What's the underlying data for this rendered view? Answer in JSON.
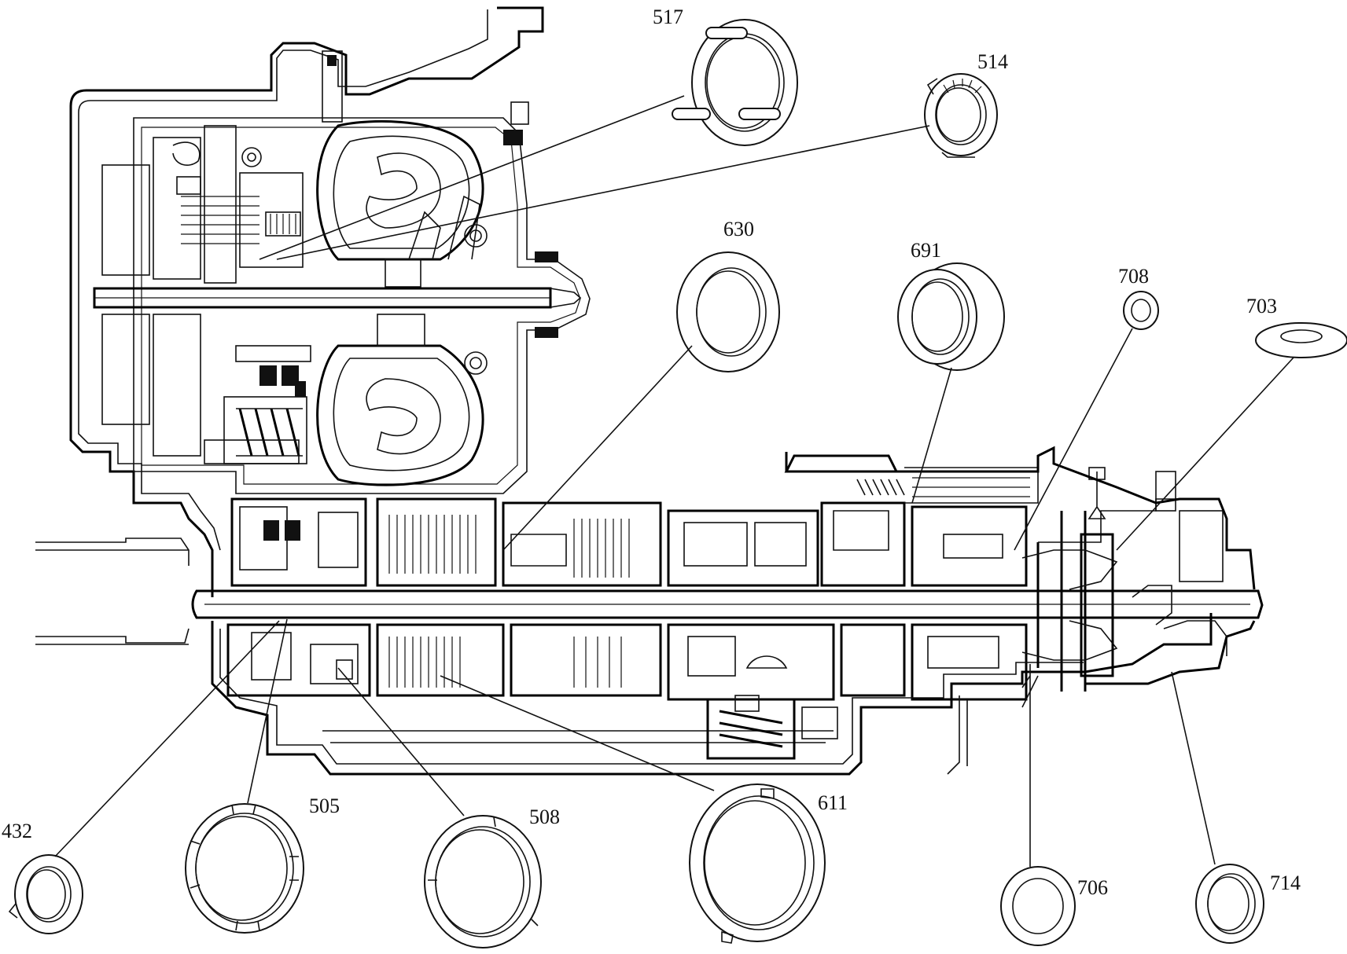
{
  "diagram": {
    "callouts": [
      {
        "id": "517",
        "label": "517",
        "part": "thrust-bearing"
      },
      {
        "id": "514",
        "label": "514",
        "part": "thrust-washer"
      },
      {
        "id": "630",
        "label": "630",
        "part": "thrust-washer"
      },
      {
        "id": "691",
        "label": "691",
        "part": "bushing"
      },
      {
        "id": "708",
        "label": "708",
        "part": "washer"
      },
      {
        "id": "703",
        "label": "703",
        "part": "washer"
      },
      {
        "id": "432",
        "label": "432",
        "part": "thrust-washer"
      },
      {
        "id": "505",
        "label": "505",
        "part": "thrust-bearing"
      },
      {
        "id": "508",
        "label": "508",
        "part": "thrust-bearing"
      },
      {
        "id": "611",
        "label": "611",
        "part": "thrust-bearing"
      },
      {
        "id": "706",
        "label": "706",
        "part": "washer"
      },
      {
        "id": "714",
        "label": "714",
        "part": "washer"
      }
    ],
    "colors": {
      "ink": "#111111",
      "background": "#ffffff"
    }
  }
}
